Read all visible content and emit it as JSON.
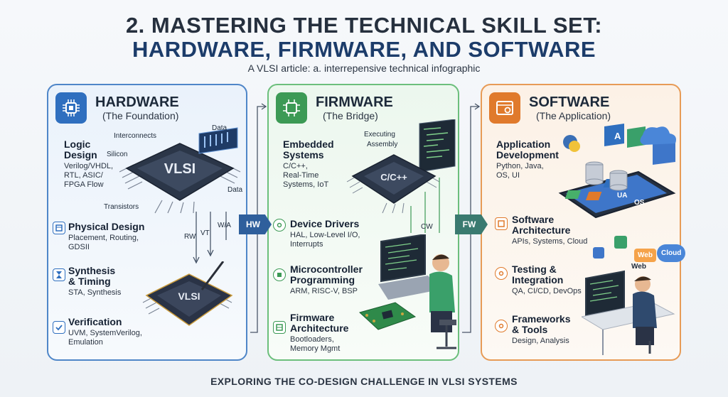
{
  "header": {
    "title_line1": "2. MASTERING THE TECHNICAL SKILL SET:",
    "title_line2": "HARDWARE, FIRMWARE, AND SOFTWARE",
    "subtitle": "A VLSI article: a. interrepensive technical infographic"
  },
  "footer": "EXPLORING THE CO-DESIGN CHALLENGE IN VLSI SYSTEMS",
  "arrows": {
    "hw": "HW",
    "fw": "FW"
  },
  "hardware": {
    "title": "HARDWARE",
    "subtitle": "(The Foundation)",
    "chip_label": "VLSI",
    "chip2_label": "VLSI",
    "tags": [
      "Interconnects",
      "Silicon",
      "Data",
      "Data",
      "Transistors",
      "RW",
      "VT",
      "W/A"
    ],
    "items": [
      {
        "title": "Logic\nDesign",
        "desc": "Verilog/VHDL,\nRTL, ASIC/\nFPGA Flow"
      },
      {
        "title": "Physical Design",
        "desc": "Placement, Routing,\nGDSII"
      },
      {
        "title": "Synthesis\n& Timing",
        "desc": "STA, Synthesis"
      },
      {
        "title": "Verification",
        "desc": "UVM, SystemVerilog,\nEmulation"
      }
    ]
  },
  "firmware": {
    "title": "FIRMWARE",
    "subtitle": "(The Bridge)",
    "chip_label": "C/C++",
    "tags": [
      "Executing",
      "Assembly",
      "CW"
    ],
    "items": [
      {
        "title": "Embedded\nSystems",
        "desc": "C/C++,\nReal-Time\nSystems, IoT"
      },
      {
        "title": "Device Drivers",
        "desc": "HAL, Low-Level I/O,\nInterrupts"
      },
      {
        "title": "Microcontroller\nProgramming",
        "desc": "ARM, RISC-V, BSP"
      },
      {
        "title": "Firmware\nArchitecture",
        "desc": "Bootloaders,\nMemory Mgmt"
      }
    ]
  },
  "software": {
    "title": "SOFTWARE",
    "subtitle": "(The Application)",
    "tags": [
      "A",
      "UA",
      "OS",
      "Web",
      "Web",
      "Cloud"
    ],
    "items": [
      {
        "title": "Application\nDevelopment",
        "desc": "Python, Java,\nOS, UI"
      },
      {
        "title": "Software\nArchitecture",
        "desc": "APIs, Systems, Cloud"
      },
      {
        "title": "Testing &\nIntegration",
        "desc": "QA, CI/CD, DevOps"
      },
      {
        "title": "Frameworks\n& Tools",
        "desc": "Design, Analysis"
      }
    ]
  },
  "colors": {
    "hardware": "#2f6fbf",
    "firmware": "#3c9a55",
    "software": "#e07a2c"
  }
}
